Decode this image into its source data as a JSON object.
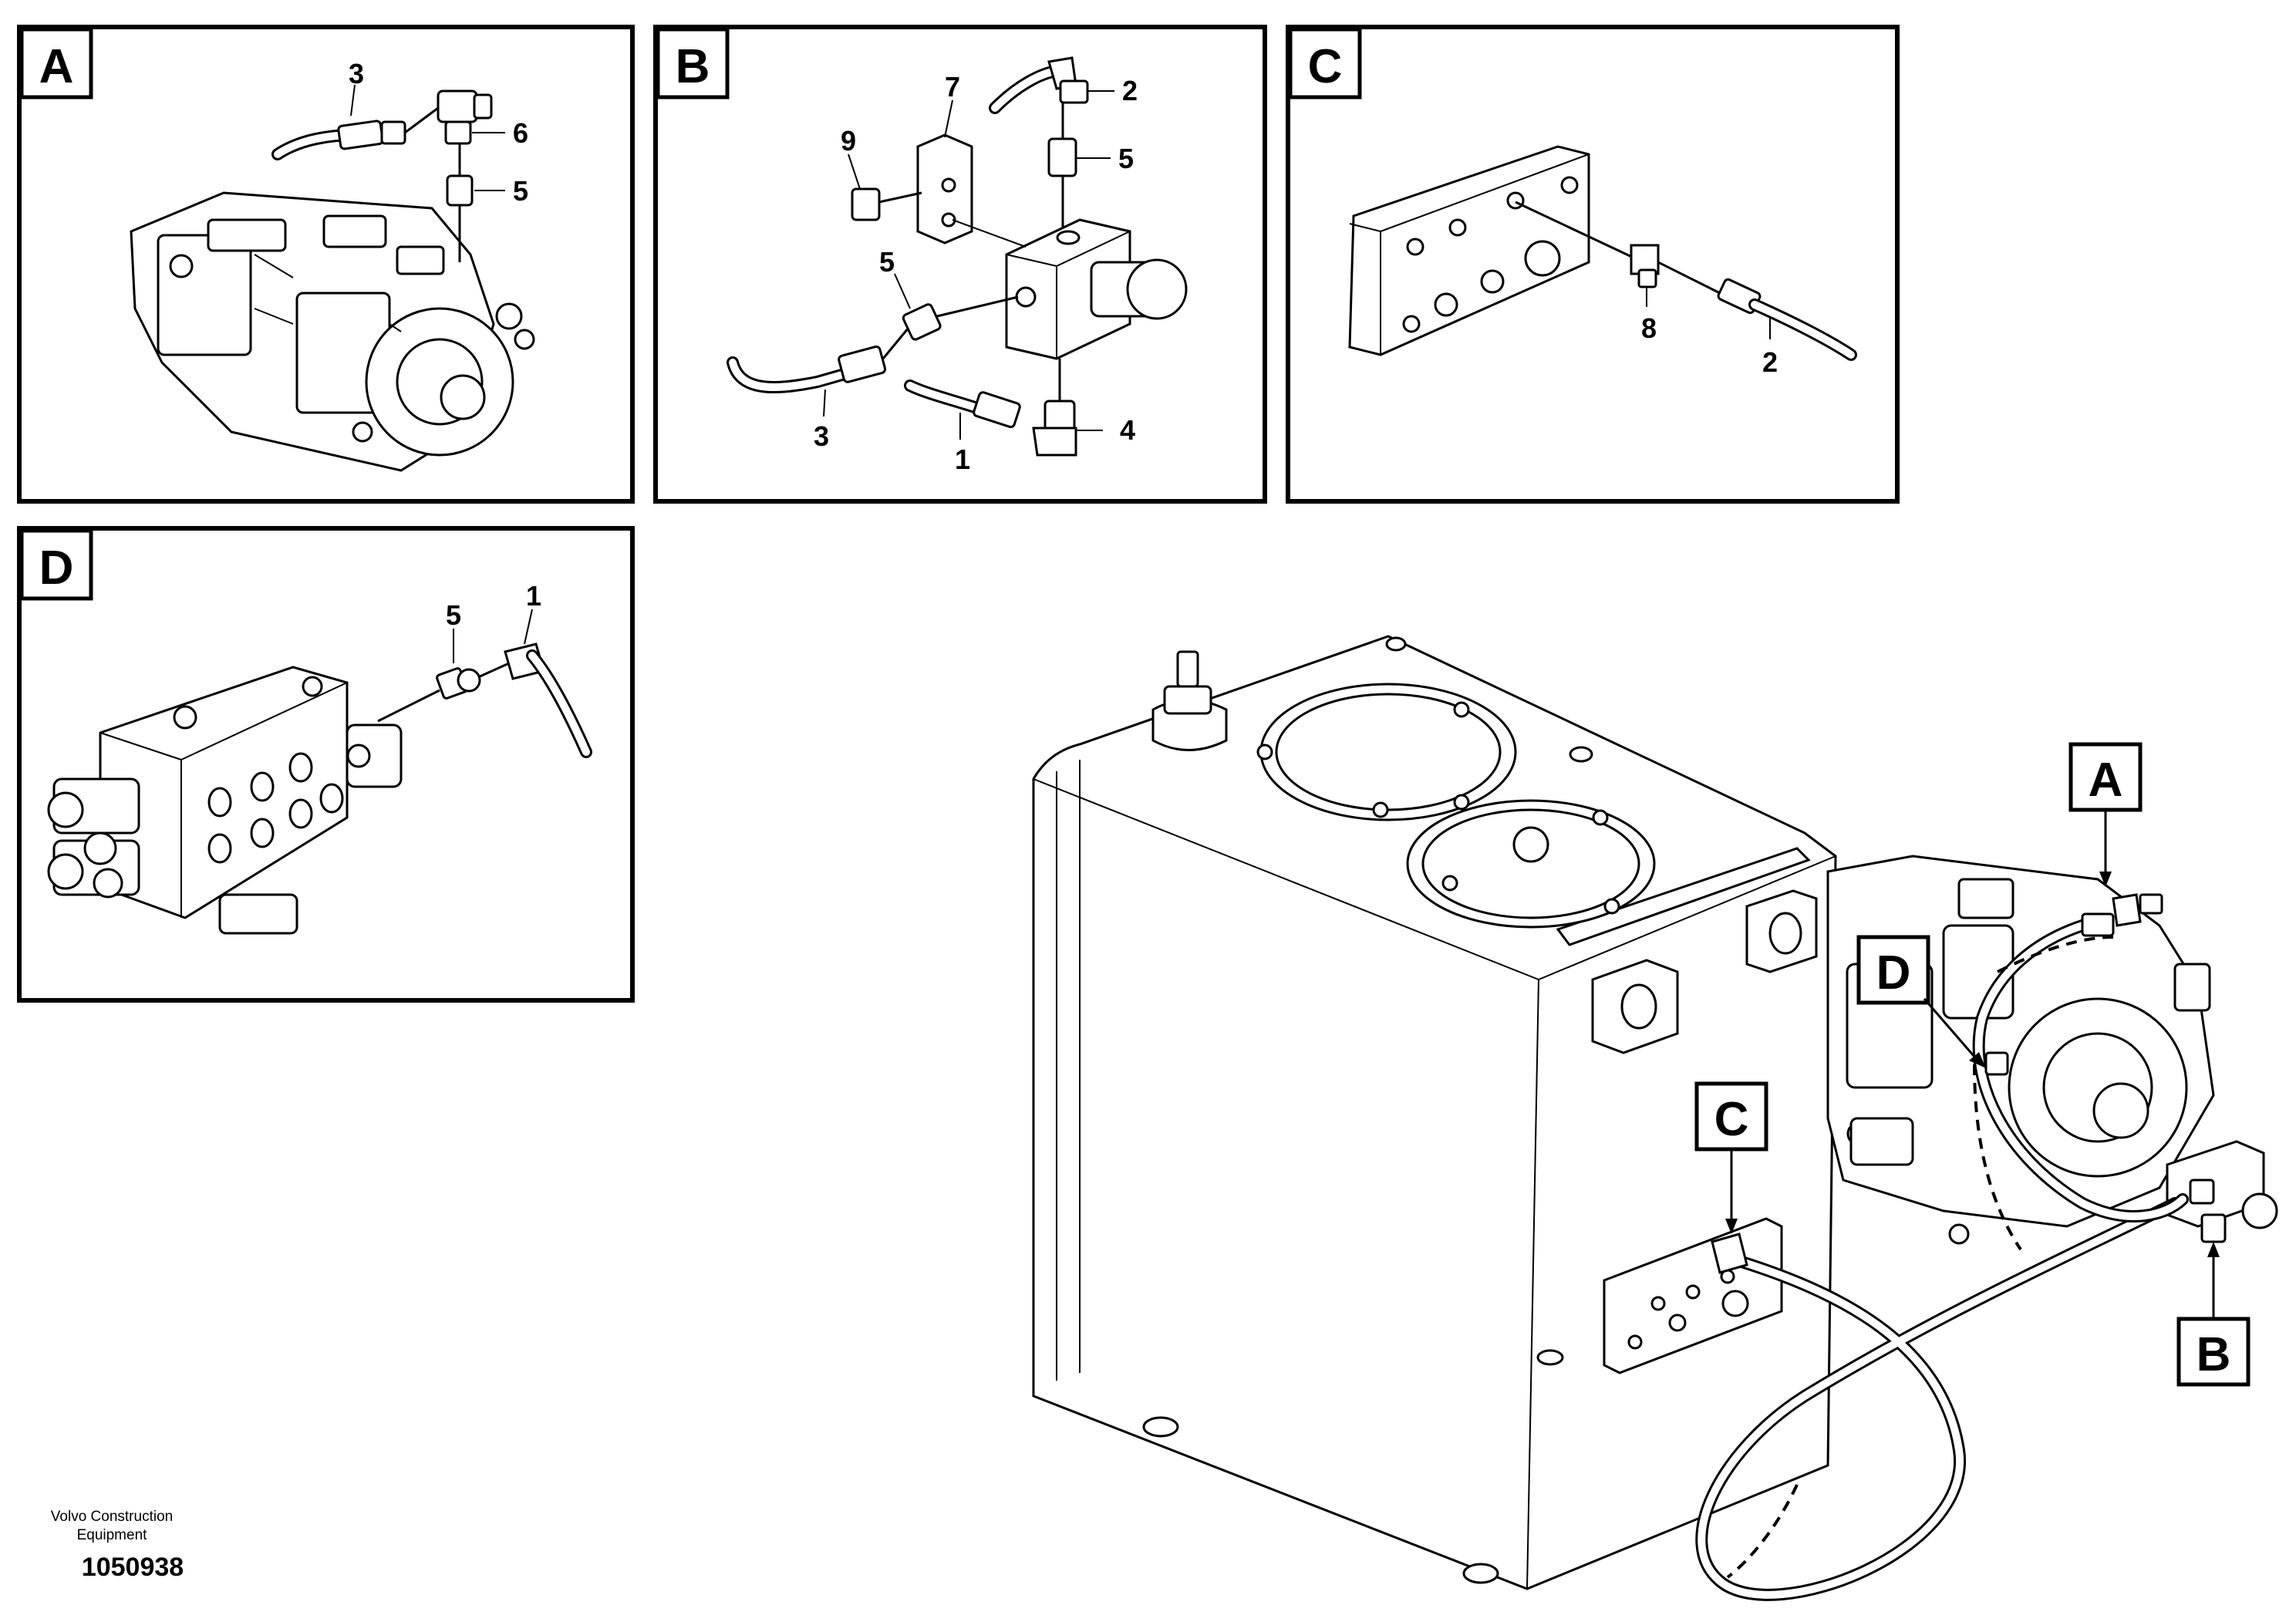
{
  "panels": {
    "a": {
      "tag": "A",
      "callouts": [
        "3",
        "6",
        "5"
      ]
    },
    "b": {
      "tag": "B",
      "callouts": [
        "7",
        "2",
        "9",
        "5",
        "5",
        "3",
        "1",
        "4"
      ]
    },
    "c": {
      "tag": "C",
      "callouts": [
        "8",
        "2"
      ]
    },
    "d": {
      "tag": "D",
      "callouts": [
        "5",
        "1"
      ]
    }
  },
  "main_view": {
    "labels": [
      "A",
      "D",
      "C",
      "B"
    ]
  },
  "footer": {
    "company_line1": "Volvo Construction",
    "company_line2": "Equipment",
    "drawing_number": "1050938"
  },
  "icons": [
    "hydraulic-pump-icon",
    "valve-block-icon",
    "hydraulic-tank-icon",
    "hose-icon",
    "fitting-icon"
  ]
}
